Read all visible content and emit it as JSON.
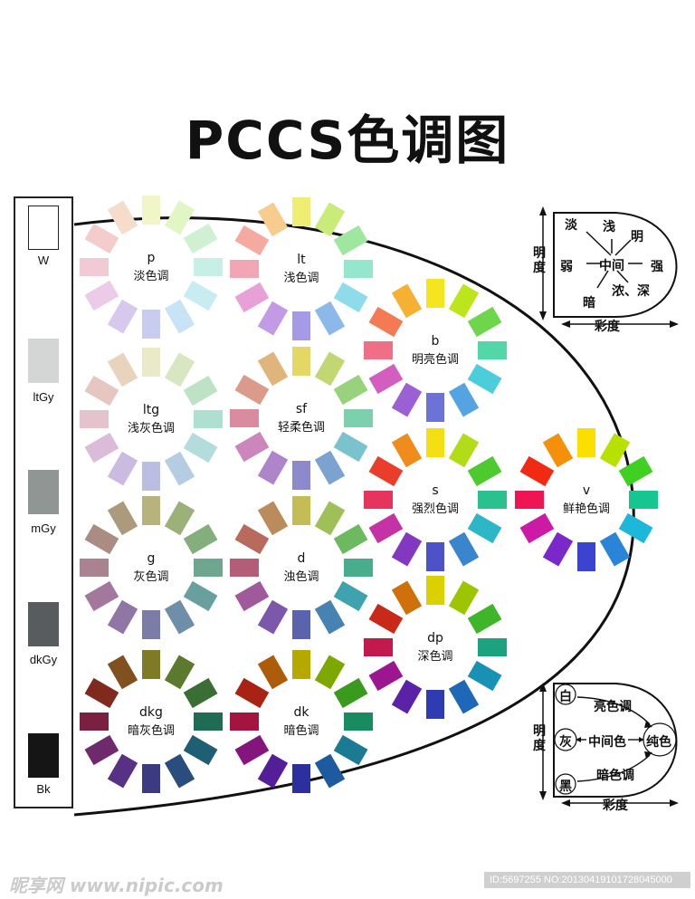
{
  "title": "PCCS色调图",
  "gray_scale": [
    {
      "label": "W",
      "color": "#ffffff"
    },
    {
      "label": "ltGy",
      "color": "#d3d6d5"
    },
    {
      "label": "mGy",
      "color": "#8f9694"
    },
    {
      "label": "dkGy",
      "color": "#575d5e"
    },
    {
      "label": "Bk",
      "color": "#151515"
    }
  ],
  "tones": [
    {
      "code": "p",
      "name": "淡色调",
      "colors": [
        "#f1f6c9",
        "#e2f5c4",
        "#cff0d2",
        "#c7efe5",
        "#c9ecf2",
        "#c8e3f5",
        "#c8ccef",
        "#d7c8ee",
        "#ebcbe7",
        "#f2cad6",
        "#f4cccb",
        "#f6dcca"
      ]
    },
    {
      "code": "lt",
      "name": "浅色调",
      "colors": [
        "#f0ee72",
        "#c9eb79",
        "#9fe6a0",
        "#94e6cc",
        "#8edceb",
        "#8cb8ea",
        "#a49ae6",
        "#c39be4",
        "#e8a1d6",
        "#f2a6b5",
        "#f4aaa0",
        "#f6cd8f"
      ]
    },
    {
      "code": "b",
      "name": "明亮色调",
      "colors": [
        "#f5e51f",
        "#bde51c",
        "#6ed64a",
        "#52d7a8",
        "#4dccdb",
        "#55a4e2",
        "#6b74d6",
        "#9a60d4",
        "#d35ebf",
        "#f06e86",
        "#f37a52",
        "#f6b133"
      ]
    },
    {
      "code": "ltg",
      "name": "浅灰色调",
      "colors": [
        "#eaeac8",
        "#d9e6c2",
        "#bde3c4",
        "#aee0d0",
        "#b4dcdc",
        "#b4cde2",
        "#bbbde2",
        "#ccbbe0",
        "#dbbcd8",
        "#e5c3cc",
        "#e6c6c1",
        "#e9d3bd"
      ]
    },
    {
      "code": "sf",
      "name": "轻柔色调",
      "colors": [
        "#e3d866",
        "#c2d672",
        "#98d27c",
        "#7dcfad",
        "#7ac3cc",
        "#7aa4cf",
        "#8c89cd",
        "#ad85c8",
        "#cb87bb",
        "#d88c9e",
        "#dc9a8a",
        "#dfb57c"
      ]
    },
    {
      "code": "s",
      "name": "强烈色调",
      "colors": [
        "#f4df12",
        "#b2dc18",
        "#4ec92e",
        "#2bc18f",
        "#2cb6c8",
        "#3986cf",
        "#4d52c6",
        "#8239c0",
        "#c432a6",
        "#e7345e",
        "#ea3d2b",
        "#ef8c1b"
      ]
    },
    {
      "code": "v",
      "name": "鲜艳色调",
      "colors": [
        "#fadf00",
        "#b8e000",
        "#3fd022",
        "#15c690",
        "#1cb7d9",
        "#2a84d8",
        "#3c43d0",
        "#7a28c8",
        "#cd1aa6",
        "#ef1555",
        "#f22a14",
        "#f68f0a"
      ]
    },
    {
      "code": "g",
      "name": "灰色调",
      "colors": [
        "#b8b37c",
        "#9cb07a",
        "#85ae7d",
        "#6ea68f",
        "#69a09f",
        "#6f8ea9",
        "#7c7ca8",
        "#9076a4",
        "#a3789d",
        "#a98390",
        "#aa8c82",
        "#ab9b7c"
      ]
    },
    {
      "code": "d",
      "name": "浊色调",
      "colors": [
        "#c4bc55",
        "#9fc058",
        "#6cb95f",
        "#48ad8b",
        "#3ea3af",
        "#4683b3",
        "#5a63ae",
        "#7c58ab",
        "#a05a9c",
        "#b45d79",
        "#b86a5c",
        "#bb8c5b"
      ]
    },
    {
      "code": "dp",
      "name": "深色调",
      "colors": [
        "#dbd000",
        "#9ec600",
        "#3fb52a",
        "#1aa37e",
        "#1792b5",
        "#1e68b8",
        "#2f3bb0",
        "#5b22a8",
        "#9c178f",
        "#c21a4f",
        "#c92918",
        "#d0700a"
      ]
    },
    {
      "code": "dkg",
      "name": "暗灰色调",
      "colors": [
        "#7f7a25",
        "#5c7a2d",
        "#3a6e34",
        "#1f6b54",
        "#1e5f74",
        "#2a4d7d",
        "#3c3a80",
        "#583185",
        "#6e2a6c",
        "#7a2040",
        "#7f2a1d",
        "#80501f"
      ]
    },
    {
      "code": "dk",
      "name": "暗色调",
      "colors": [
        "#b5a800",
        "#7da800",
        "#3a9a1e",
        "#198b61",
        "#1a7b93",
        "#1e5aa0",
        "#2c2f9e",
        "#531e98",
        "#84157c",
        "#a31440",
        "#a82314",
        "#ad5c0a"
      ]
    }
  ],
  "legend_top": {
    "y_label": "明度",
    "x_label": "彩度",
    "terms": [
      "淡",
      "浅",
      "明",
      "弱",
      "中间",
      "强",
      "暗",
      "浓、深"
    ]
  },
  "legend_bottom": {
    "y_label": "明度",
    "x_label": "彩度",
    "terms": [
      "白",
      "灰",
      "黑",
      "亮色调",
      "中间色",
      "暗色调",
      "纯色"
    ]
  },
  "watermark": {
    "left": "昵享网 www.nipic.com",
    "right": "ID:5697255 NO:20130419101728045000"
  }
}
